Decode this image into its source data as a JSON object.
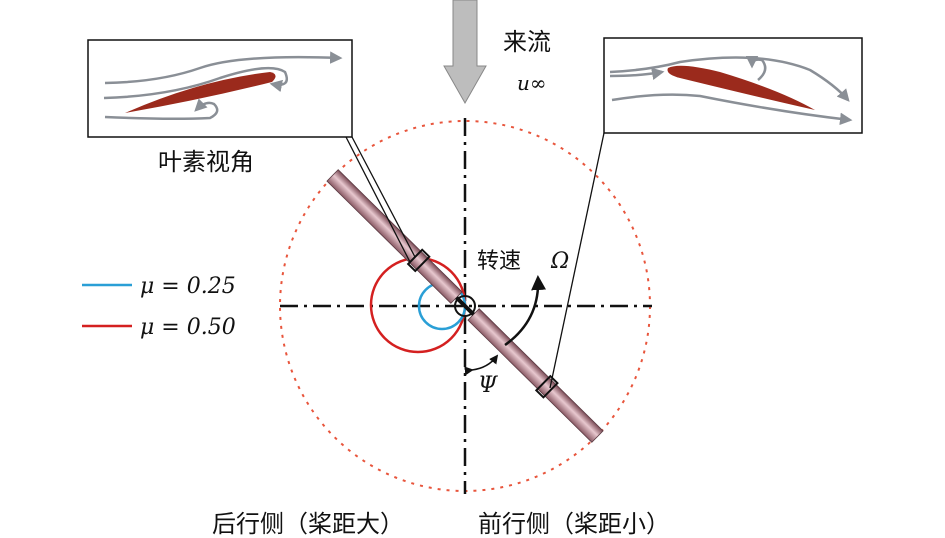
{
  "incoming_flow": {
    "label": "来流",
    "symbol": "u∞"
  },
  "blade_view_label": "叶素视角",
  "rotation": {
    "label": "转速",
    "symbol": "Ω"
  },
  "azimuth_symbol": "Ψ",
  "legend": [
    {
      "label": "μ = 0.25",
      "color": "#2a9fd6"
    },
    {
      "label": "μ = 0.50",
      "color": "#d42020"
    }
  ],
  "bottom_caption": {
    "retreating": "后行侧（桨距大）",
    "advancing": "前行侧（桨距小）"
  },
  "colors": {
    "disk": "#e8553c",
    "blade": "#b88a94",
    "airfoil": "#9b2a1c",
    "streamline": "#8a8f96"
  }
}
